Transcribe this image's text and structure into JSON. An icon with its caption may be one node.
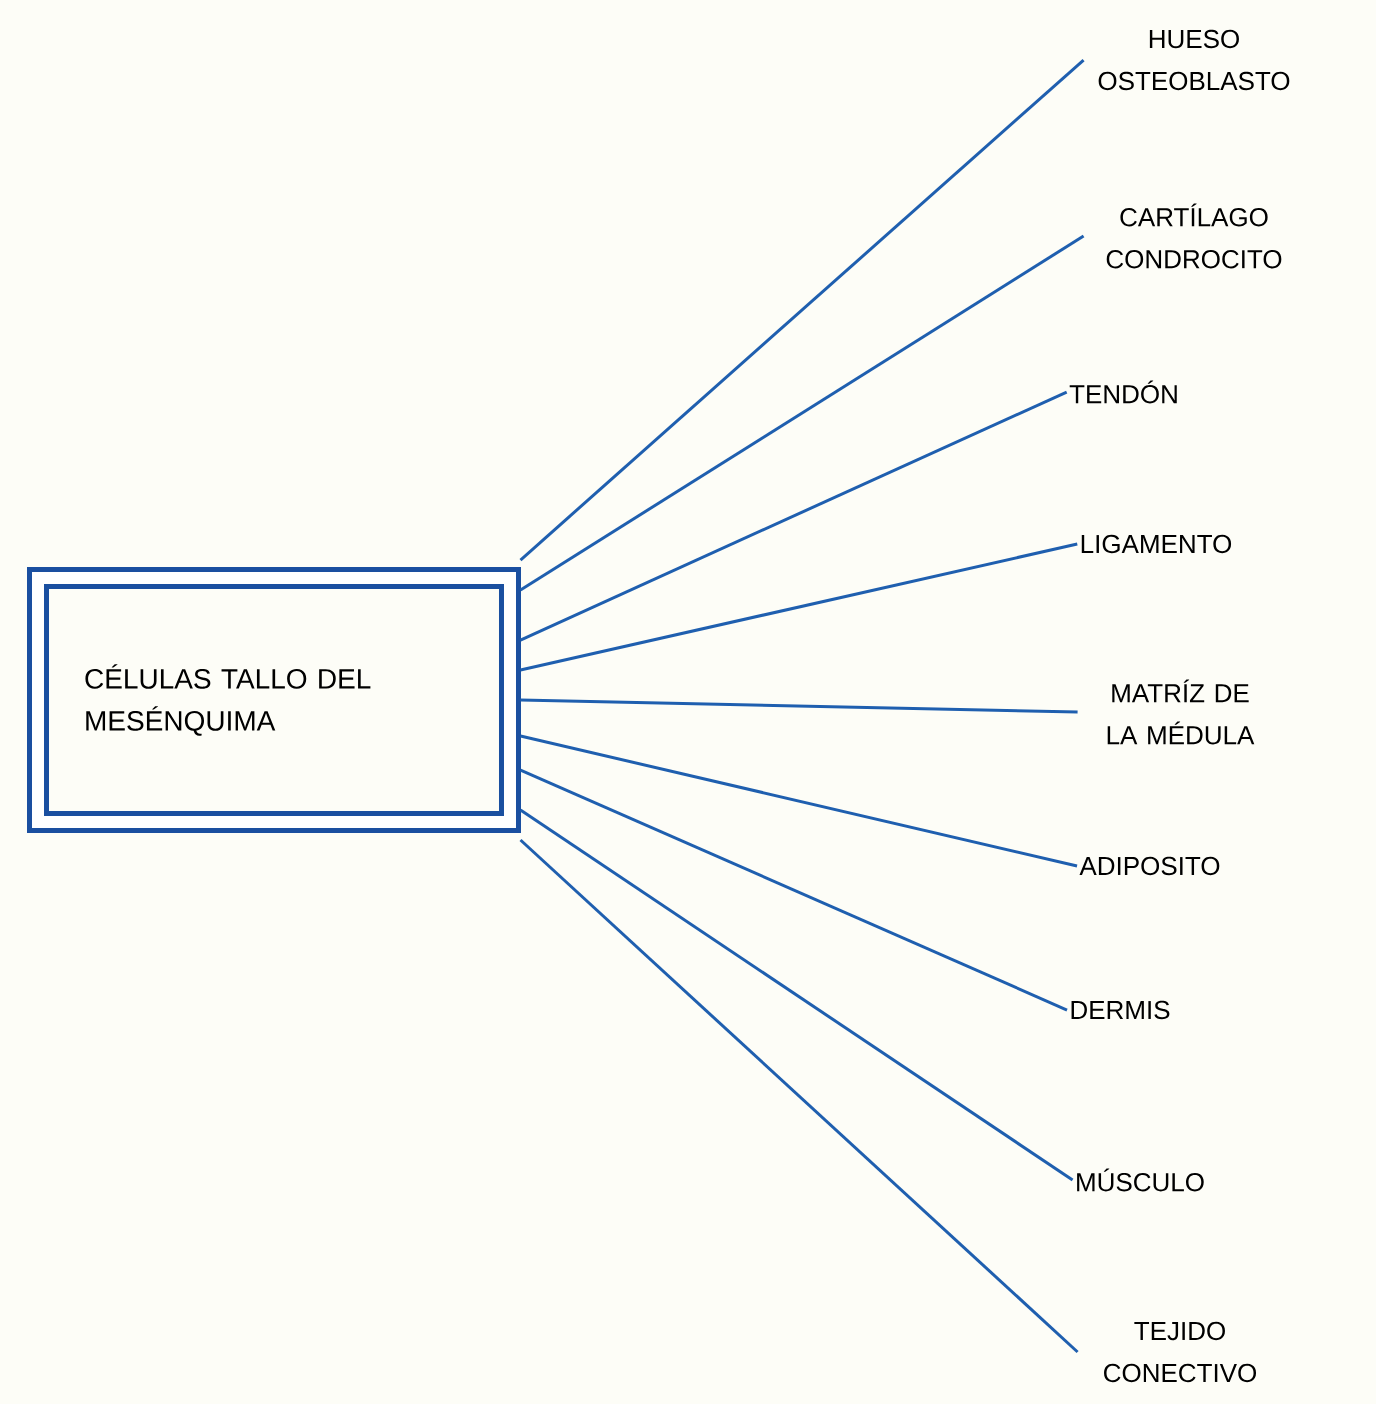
{
  "diagram": {
    "nodes": [
      {
        "text": [
          "CÉLULAS TALLO DEL MESÉNQUIMA"
        ]
      },
      {
        "text": [
          "HUESO OSTEOBLASTO"
        ]
      },
      {
        "text": [
          "CARTÍLAGO CONDROCITO"
        ]
      },
      {
        "text": [
          "TENDÓN"
        ]
      },
      {
        "text": [
          "LIGAMENTO"
        ]
      },
      {
        "text": [
          "MATRÍZ DE LA MÉDULA"
        ]
      },
      {
        "text": [
          "ADIPOSITO"
        ]
      },
      {
        "text": [
          "DERMIS"
        ]
      },
      {
        "text": [
          "MÚSCULO"
        ]
      },
      {
        "text": [
          "TEJIDO CONECTIVO"
        ]
      }
    ],
    "edges": [
      {
        "from": 0,
        "to": 1,
        "arrow": "none"
      },
      {
        "from": 0,
        "to": 2,
        "arrow": "none"
      },
      {
        "from": 0,
        "to": 3,
        "arrow": "none"
      },
      {
        "from": 0,
        "to": 4,
        "arrow": "none"
      },
      {
        "from": 0,
        "to": 5,
        "arrow": "none"
      },
      {
        "from": 0,
        "to": 6,
        "arrow": "none"
      },
      {
        "from": 0,
        "to": 7,
        "arrow": "none"
      },
      {
        "from": 0,
        "to": 8,
        "arrow": "none"
      },
      {
        "from": 0,
        "to": 9,
        "arrow": "none"
      }
    ]
  }
}
